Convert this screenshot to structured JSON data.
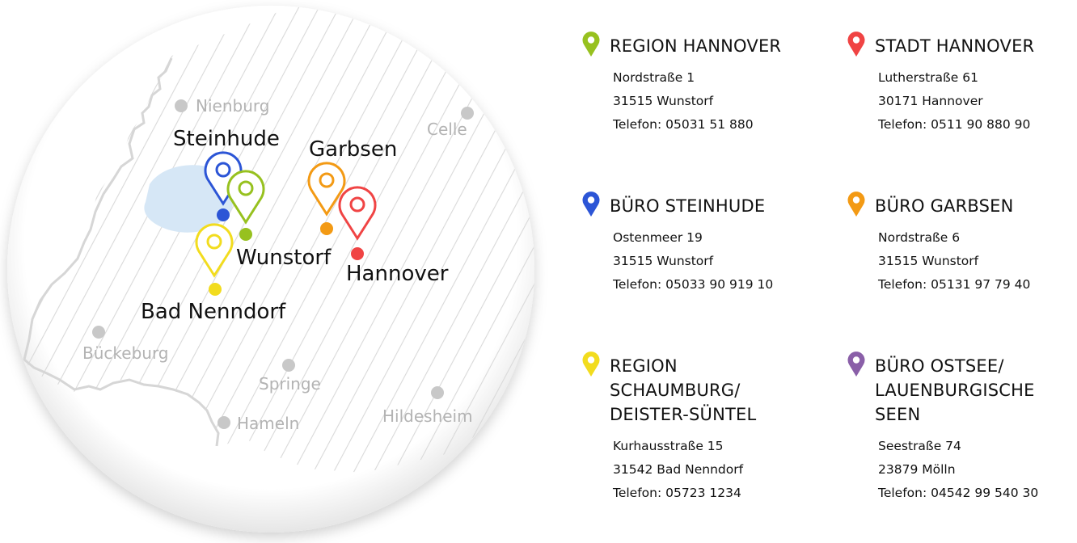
{
  "map": {
    "places": [
      {
        "name": "Nienburg"
      },
      {
        "name": "Celle"
      },
      {
        "name": "Bückeburg"
      },
      {
        "name": "Springe"
      },
      {
        "name": "Hameln"
      },
      {
        "name": "Hildesheim"
      }
    ],
    "offices": [
      {
        "name": "Steinhude",
        "color": "#2c55d6"
      },
      {
        "name": "Wunstorf",
        "color": "#97c11f"
      },
      {
        "name": "Bad Nenndorf",
        "color": "#f2dc1e"
      },
      {
        "name": "Garbsen",
        "color": "#f39a14"
      },
      {
        "name": "Hannover",
        "color": "#f04444"
      }
    ]
  },
  "contacts": [
    {
      "title": "REGION HANNOVER",
      "color": "#97c11f",
      "street": "Nordstraße 1",
      "city": "31515 Wunstorf",
      "phone": "Telefon: 05031 51 880"
    },
    {
      "title": "STADT HANNOVER",
      "color": "#f04444",
      "street": "Lutherstraße 61",
      "city": "30171 Hannover",
      "phone": "Telefon: 0511 90 880 90"
    },
    {
      "title": "BÜRO STEINHUDE",
      "color": "#2c55d6",
      "street": "Ostenmeer 19",
      "city": "31515 Wunstorf",
      "phone": "Telefon: 05033 90 919 10"
    },
    {
      "title": "BÜRO GARBSEN",
      "color": "#f39a14",
      "street": "Nordstraße 6",
      "city": "31515 Wunstorf",
      "phone": "Telefon: 05131 97 79 40"
    },
    {
      "title": "REGION SCHAUMBURG/\nDEISTER-SÜNTEL",
      "color": "#f2dc1e",
      "street": "Kurhausstraße 15",
      "city": "31542 Bad Nenndorf",
      "phone": "Telefon: 05723 1234"
    },
    {
      "title": "BÜRO OSTSEE/\nLAUENBURGISCHE SEEN",
      "color": "#8a5fa8",
      "street": "Seestraße 74",
      "city": "23879 Mölln",
      "phone": "Telefon: 04542 99 540 30"
    }
  ]
}
